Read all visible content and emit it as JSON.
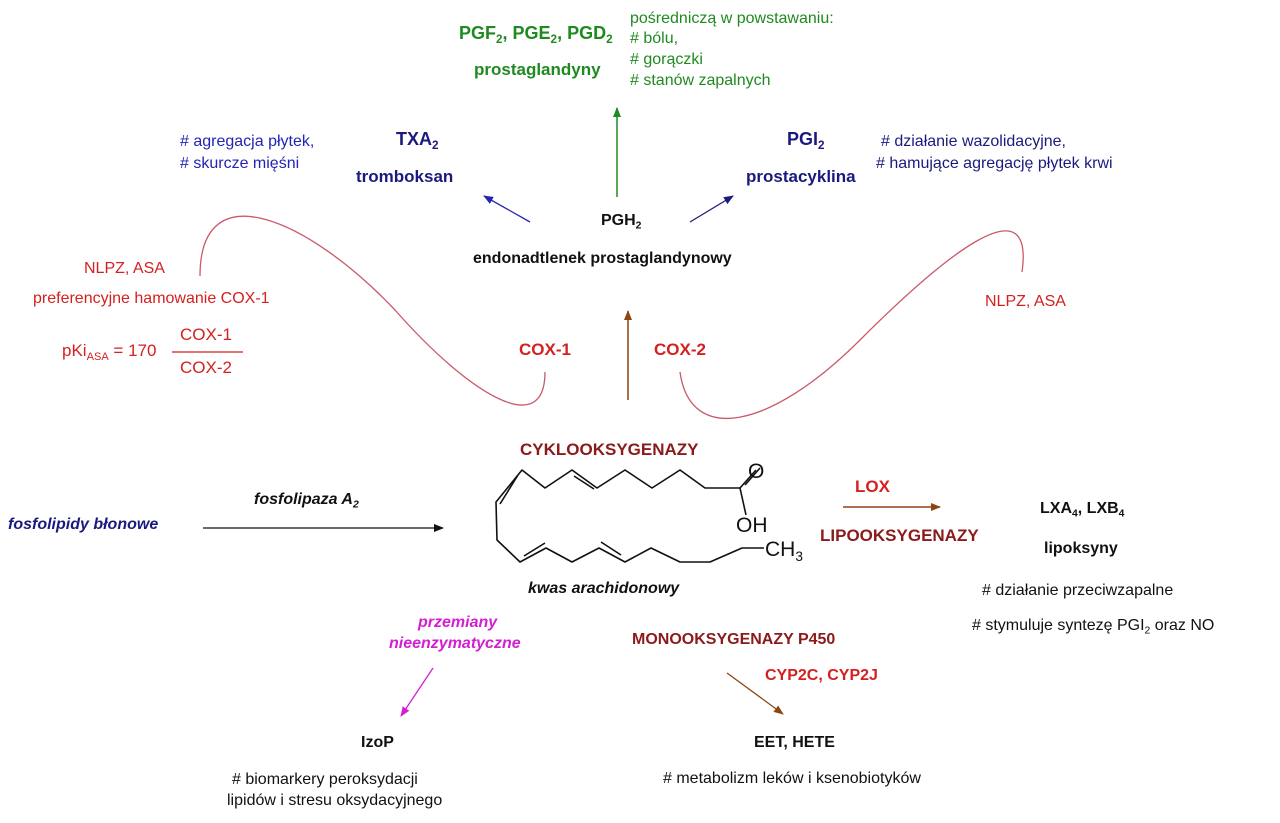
{
  "top": {
    "pg_name": "PGF",
    "pg_sub1": "2",
    "pg_sep1": ", PGE",
    "pg_sub2": "2",
    "pg_sep2": ", PGD",
    "pg_sub3": "2",
    "prostaglandins": "prostaglandyny",
    "role_1": "pośredniczą w powstawaniu:",
    "role_2": "# bólu,",
    "role_3": "# gorączki",
    "role_4": "# stanów zapalnych"
  },
  "left_branch": {
    "txa": "TXA",
    "txa_sub": "2",
    "thromboxane": "tromboksan",
    "effect_1": "# agregacja płytek,",
    "effect_2": "# skurcze mięśni"
  },
  "right_branch": {
    "pgi": "PGI",
    "pgi_sub": "2",
    "prostacyclin": "prostacyklina",
    "effect_1": "# działanie wazolidacyjne,",
    "effect_2": "# hamujące agregację płytek krwi"
  },
  "center": {
    "pgh": "PGH",
    "pgh_sub": "2",
    "endoperoxide": "endonadtlenek  prostaglandynowy",
    "cox1": "COX-1",
    "cox2": "COX-2",
    "cyclooxygenases": "CYKLOOKSYGENAZY"
  },
  "nsaid_left": {
    "line_1": "NLPZ, ASA",
    "line_2": "preferencyjne hamowanie COX-1",
    "pki": "pKi",
    "pki_sub": "ASA",
    "pki_eq": "=  170",
    "numerator": "COX-1",
    "denominator": "COX-2"
  },
  "nsaid_right": {
    "line_1": "NLPZ, ASA"
  },
  "phospholipids": {
    "label": "fosfolipidy błonowe",
    "enzyme": "fosfolipaza A",
    "enzyme_sub": "2"
  },
  "molecule": {
    "name": "kwas arachidonowy",
    "o": "O",
    "oh": "OH",
    "ch3": "CH",
    "ch3_sub": "3"
  },
  "lox": {
    "short": "LOX",
    "long": "LIPOOKSYGENAZY",
    "products": "LXA",
    "p_sub1": "4",
    "products_2": ", LXB",
    "p_sub2": "4",
    "lipoxins": "lipoksyny",
    "effect_1": "# działanie przeciwzapalne",
    "effect_2a": "# stymuluje syntezę  PGI",
    "effect_2_sub": "2",
    "effect_2b": " oraz NO"
  },
  "nonenzymatic": {
    "line_1": "przemiany",
    "line_2": "nieenzymatyczne",
    "product": "IzoP",
    "effect_1": "# biomarkery peroksydacji",
    "effect_2": "lipidów i stresu oksydacyjnego"
  },
  "p450": {
    "name": "MONOOKSYGENAZY P450",
    "isoforms": "CYP2C, CYP2J",
    "products": "EET, HETE",
    "effect": "# metabolizm leków i ksenobiotyków"
  },
  "colors": {
    "green": "#1f8a1f",
    "navy": "#1a1a7e",
    "blue": "#2424b4",
    "red": "#d42020",
    "dark_red": "#8b1a1a",
    "magenta": "#d21fd2",
    "brown": "#8b4513",
    "curve": "#c85a6a"
  }
}
